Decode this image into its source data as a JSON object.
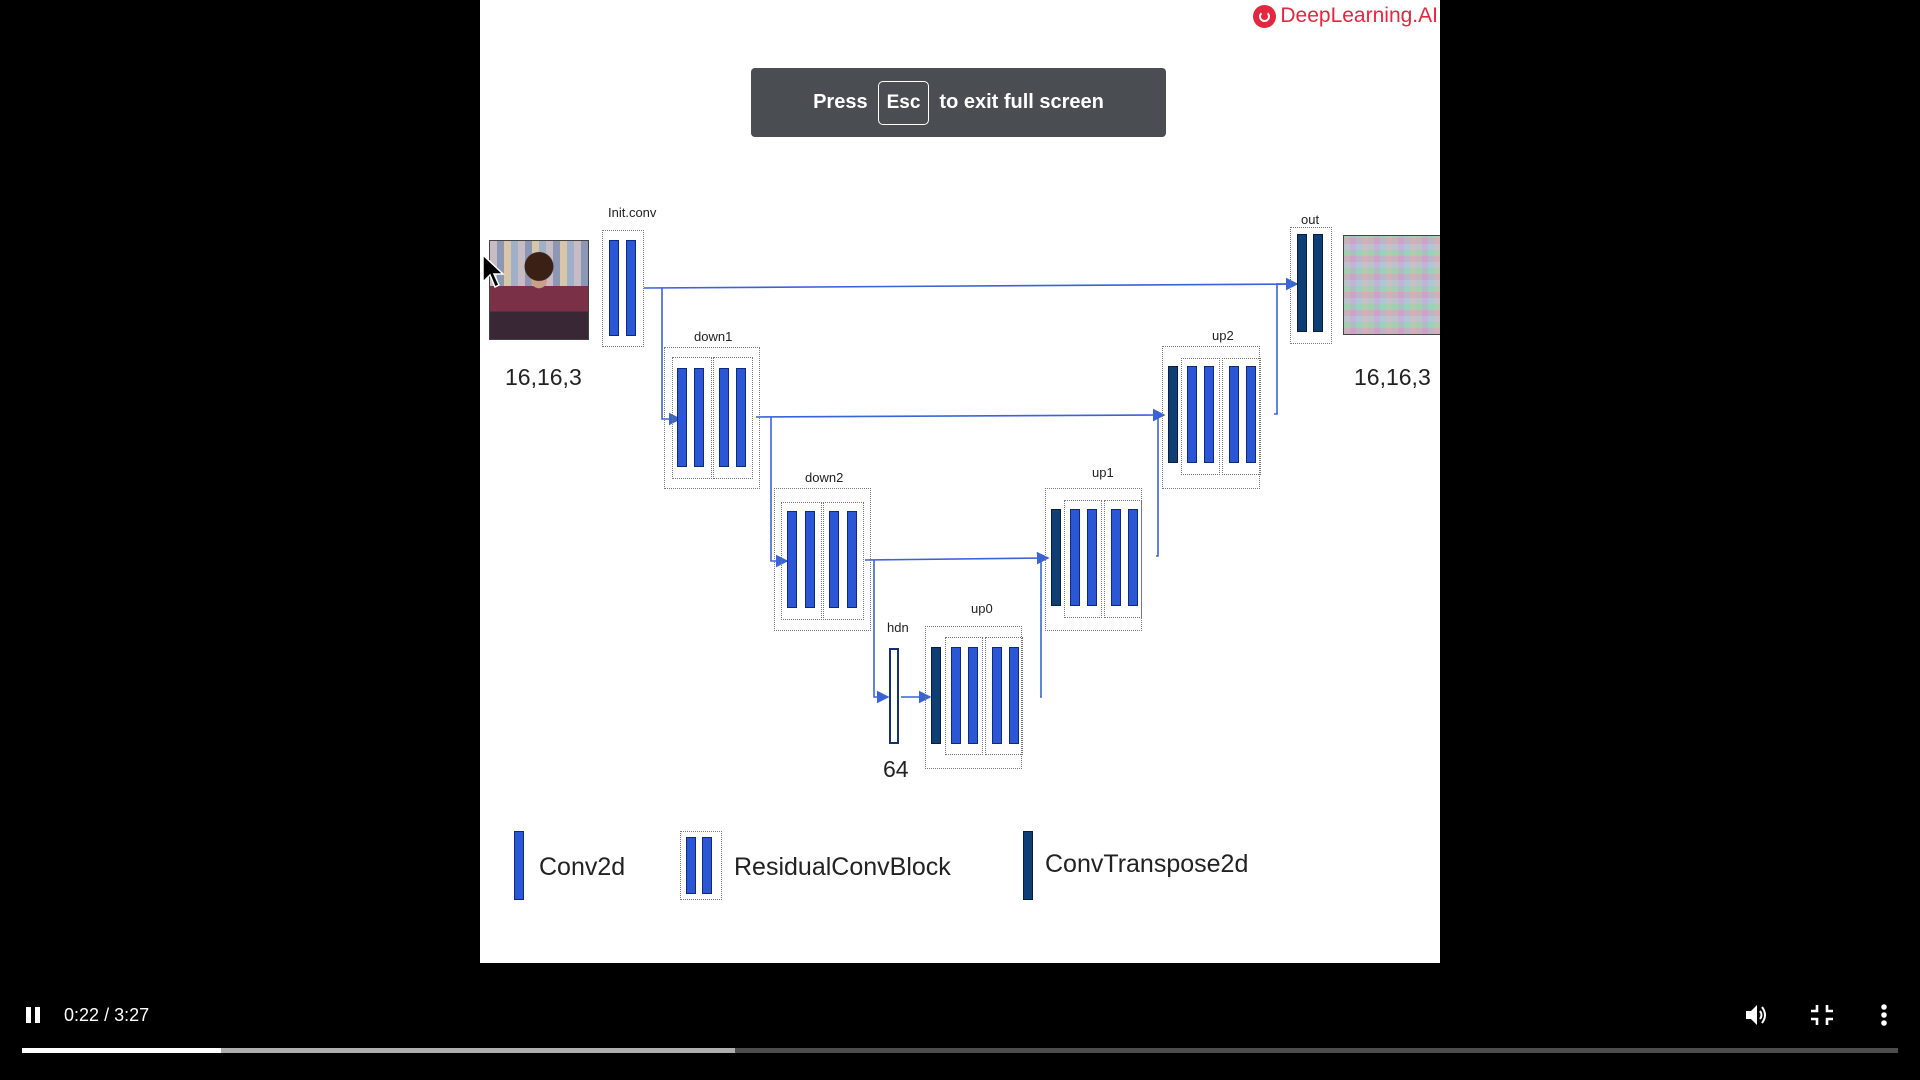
{
  "brand": {
    "name": "DeepLearning.AI"
  },
  "slide": {
    "title": "UNet"
  },
  "diagram": {
    "blocks": {
      "init_conv": "Init.conv",
      "down1": "down1",
      "down2": "down2",
      "hidden": "hdn",
      "up0": "up0",
      "up1": "up1",
      "up2": "up2",
      "out": "out"
    },
    "input_dims": "16,16,3",
    "output_dims": "16,16,3",
    "hidden_dims": "64"
  },
  "legend": {
    "conv2d": "Conv2d",
    "residual": "ResidualConvBlock",
    "convtranspose": "ConvTranspose2d"
  },
  "toast": {
    "press": "Press",
    "key": "Esc",
    "rest": "to exit full screen"
  },
  "player": {
    "current_time": "0:22",
    "separator": "/",
    "duration": "3:27",
    "progress_played": 0.106,
    "progress_buffered": 0.38,
    "icons": [
      "pause-icon",
      "volume-icon",
      "exit-fullscreen-icon",
      "more-vert-icon"
    ]
  },
  "colors": {
    "conv_blue": "#2b56d6",
    "convtranspose_navy": "#0e3e73",
    "brand_red": "#e4263f",
    "arrow_blue": "#3a63d8"
  }
}
